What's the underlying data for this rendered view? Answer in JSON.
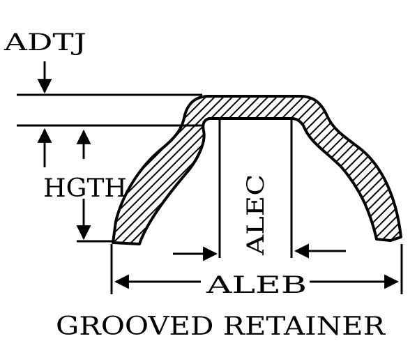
{
  "diagram": {
    "labels": {
      "adtj": "ADTJ",
      "hgth": "HGTH",
      "alec": "ALEC",
      "aleb": "ALEB",
      "caption": "GROOVED RETAINER"
    },
    "ink_color": "#000000",
    "background_color": "#ffffff"
  }
}
